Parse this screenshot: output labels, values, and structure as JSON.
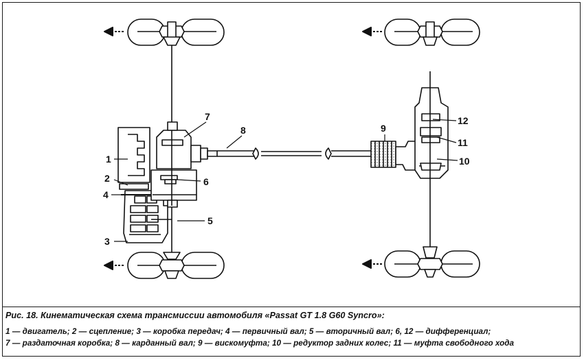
{
  "caption": {
    "title": "Рис. 18. Кинематическая схема трансмиссии автомобиля «Passat GT 1.8 G60 Syncro»:",
    "legend_line1": [
      {
        "num": "1",
        "text": "двигатель"
      },
      {
        "num": "2",
        "text": "сцепление"
      },
      {
        "num": "3",
        "text": "коробка  передач"
      },
      {
        "num": "4",
        "text": "первичный вал"
      },
      {
        "num": "5",
        "text": "вторичный вал"
      },
      {
        "num": "6, 12",
        "text": "дифференциал"
      }
    ],
    "legend_line2": [
      {
        "num": "7",
        "text": "раздаточная коробка"
      },
      {
        "num": "8",
        "text": "карданный вал"
      },
      {
        "num": "9",
        "text": "вискомуфта"
      },
      {
        "num": "10",
        "text": "редуктор задних колес"
      },
      {
        "num": "11",
        "text": "муфта свободного хода"
      }
    ]
  },
  "diagram": {
    "labels": {
      "l1": "1",
      "l2": "2",
      "l3": "3",
      "l4": "4",
      "l5": "5",
      "l6": "6",
      "l7": "7",
      "l8": "8",
      "l9": "9",
      "l10": "10",
      "l11": "11",
      "l12": "12"
    }
  }
}
